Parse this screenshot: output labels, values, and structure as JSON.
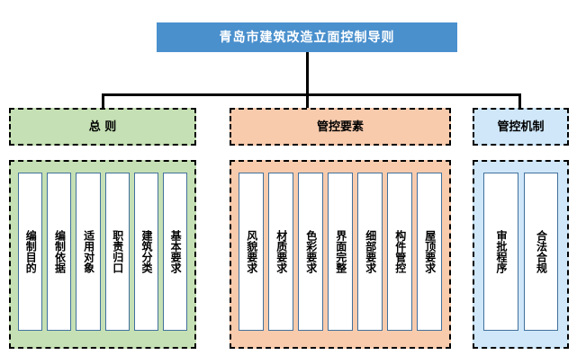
{
  "diagram": {
    "type": "organizational-tree",
    "root": {
      "label": "青岛市建筑改造立面控制导则",
      "fill": "#4a90cd",
      "text_color": "#ffffff"
    },
    "groups": [
      {
        "id": "general-principles",
        "header": "总  则",
        "fill": "#c5e0b4",
        "border_style": "dashed",
        "items": [
          {
            "label": "编制目的"
          },
          {
            "label": "编制依据"
          },
          {
            "label": "适用对象"
          },
          {
            "label": "职责归口"
          },
          {
            "label": "建筑分类"
          },
          {
            "label": "基本要求"
          }
        ]
      },
      {
        "id": "control-elements",
        "header": "管控要素",
        "fill": "#f8cbad",
        "border_style": "dashed",
        "items": [
          {
            "label": "风貌要求"
          },
          {
            "label": "材质要求"
          },
          {
            "label": "色彩要求"
          },
          {
            "label": "界面完整"
          },
          {
            "label": "细部要求"
          },
          {
            "label": "构件管控"
          },
          {
            "label": "屋顶要求"
          }
        ]
      },
      {
        "id": "control-mechanism",
        "header": "管控机制",
        "fill": "#cfe7f9",
        "border_style": "dashed",
        "items": [
          {
            "label": "审批程序"
          },
          {
            "label": "合法合规"
          }
        ]
      }
    ],
    "colors": {
      "connector": "#000000",
      "leaf_border": "#41709c",
      "leaf_fill": "#ffffff",
      "canvas": "#ffffff"
    }
  }
}
